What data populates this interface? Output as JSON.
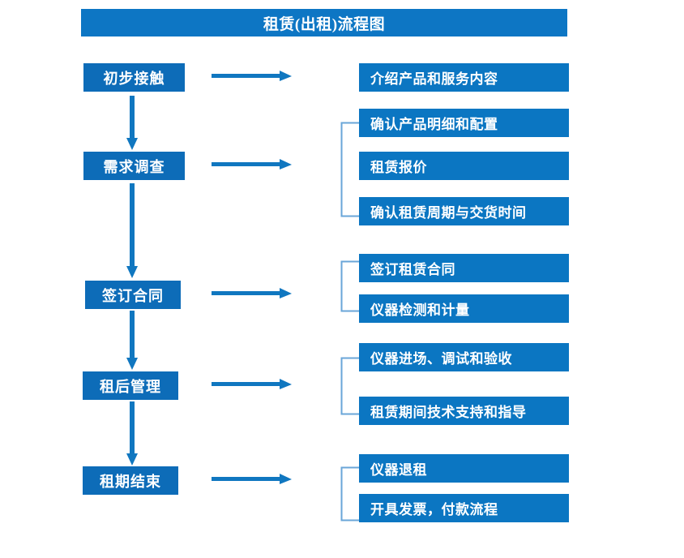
{
  "title": "租赁(出租)流程图",
  "colors": {
    "title_bar": "#0d76c4",
    "stage_box": "#0d6cb8",
    "detail_box": "#0b76c2",
    "arrow": "#1077c0",
    "bracket": "#6aa6d8",
    "text": "#ffffff",
    "background": "#ffffff"
  },
  "stages": [
    {
      "label": "初步接触"
    },
    {
      "label": "需求调查"
    },
    {
      "label": "签订合同"
    },
    {
      "label": "租后管理"
    },
    {
      "label": "租期结束"
    }
  ],
  "detail_groups": [
    {
      "stage": "初步接触",
      "has_bracket": false,
      "items": [
        {
          "label": "介绍产品和服务内容"
        }
      ]
    },
    {
      "stage": "需求调查",
      "has_bracket": true,
      "items": [
        {
          "label": "确认产品明细和配置"
        },
        {
          "label": "租赁报价"
        },
        {
          "label": "确认租赁周期与交货时间"
        }
      ]
    },
    {
      "stage": "签订合同",
      "has_bracket": true,
      "items": [
        {
          "label": "签订租赁合同"
        },
        {
          "label": "仪器检测和计量"
        }
      ]
    },
    {
      "stage": "租后管理",
      "has_bracket": true,
      "items": [
        {
          "label": "仪器进场、调试和验收"
        },
        {
          "label": "租赁期间技术支持和指导"
        }
      ]
    },
    {
      "stage": "租期结束",
      "has_bracket": true,
      "items": [
        {
          "label": "仪器退租"
        },
        {
          "label": "开具发票，付款流程"
        }
      ]
    }
  ],
  "connectors": {
    "horizontal_arrow_icon": "right-arrow-icon",
    "vertical_arrow_icon": "down-arrow-icon",
    "bracket_icon": "bracket-icon"
  }
}
